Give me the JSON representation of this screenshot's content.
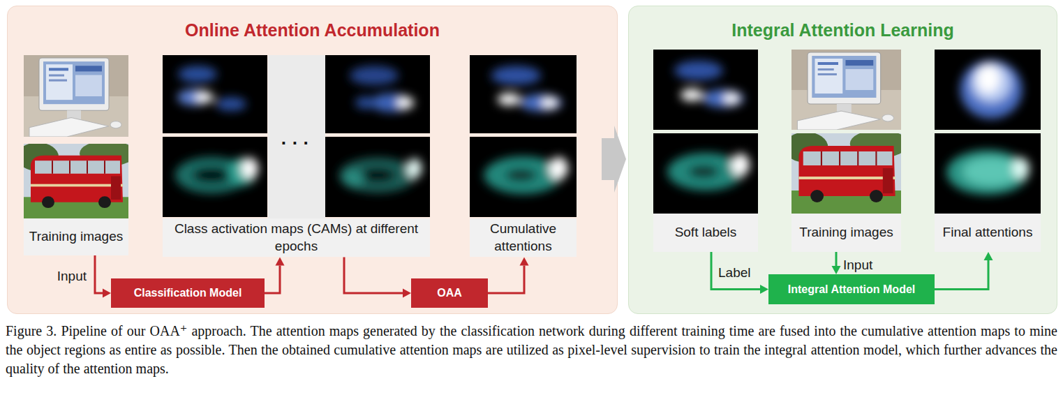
{
  "diagram": {
    "caption": "Figure 3. Pipeline of our OAA⁺ approach. The attention maps generated by the classification network during different training time are fused into the cumulative attention maps to mine the object regions as entire as possible. Then the obtained cumulative attention maps are utilized as pixel-level supervision to train the integral attention model, which further advances the quality of the attention maps.",
    "nodes": [
      {
        "text": [
          "Online Attention Accumulation"
        ]
      },
      {
        "text": [
          "Training images"
        ],
        "in": 0
      },
      {
        "text": [
          "Class activation maps (CAMs) at different epochs"
        ],
        "in": 0
      },
      {
        "text": [
          "Cumulative attentions"
        ],
        "in": 0
      },
      {
        "text": [
          "Classification Model"
        ],
        "in": 0
      },
      {
        "text": [
          "OAA"
        ],
        "in": 0
      },
      {
        "text": [
          "Integral Attention Learning"
        ]
      },
      {
        "text": [
          "Soft labels"
        ],
        "in": 6
      },
      {
        "text": [
          "Training images"
        ],
        "in": 6
      },
      {
        "text": [
          "Final attentions"
        ],
        "in": 6
      },
      {
        "text": [
          "Integral Attention Model"
        ],
        "in": 6
      }
    ],
    "edges": [
      {
        "from": 1,
        "to": 4,
        "label": "Input",
        "arrow": "to"
      },
      {
        "from": 4,
        "to": 2,
        "arrow": "to"
      },
      {
        "from": 2,
        "to": 5,
        "arrow": "to"
      },
      {
        "from": 5,
        "to": 3,
        "arrow": "to"
      },
      {
        "from": 0,
        "to": 6,
        "arrow": "to"
      },
      {
        "from": 7,
        "to": 10,
        "label": "Label",
        "arrow": "to"
      },
      {
        "from": 8,
        "to": 10,
        "label": "Input",
        "arrow": "to"
      },
      {
        "from": 10,
        "to": 9,
        "arrow": "to"
      }
    ],
    "labels": [
      "· · ·"
    ]
  }
}
